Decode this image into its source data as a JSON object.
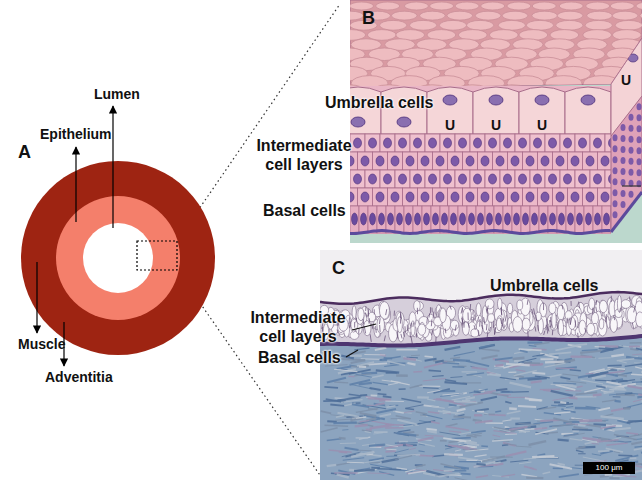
{
  "diagram": {
    "labels": [
      "A",
      "Lumen",
      "Epithelium",
      "Muscle",
      "Adventitia",
      "B",
      "Umbrella cells",
      "U",
      "U",
      "U",
      "U",
      "Intermediate cell layers",
      "Basal cells",
      "C",
      "Umbrella cells",
      "Intermediate cell layers",
      "Basal cells",
      "100 μm"
    ]
  }
}
